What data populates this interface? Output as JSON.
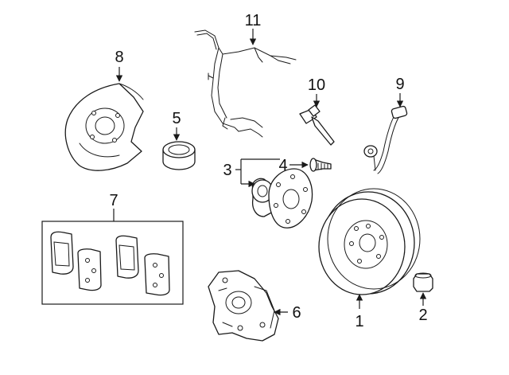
{
  "diagram": {
    "callouts": {
      "rotor": "1",
      "nut": "2",
      "hub_bearing": "3",
      "hub_bolt": "4",
      "seal": "5",
      "caliper_support": "6",
      "pad_kit": "7",
      "dust_shield": "8",
      "brake_hose": "9",
      "abs_sensor": "10",
      "sensor_harness": "11"
    },
    "colors": {
      "line": "#1a1a1a",
      "background": "#ffffff"
    }
  }
}
